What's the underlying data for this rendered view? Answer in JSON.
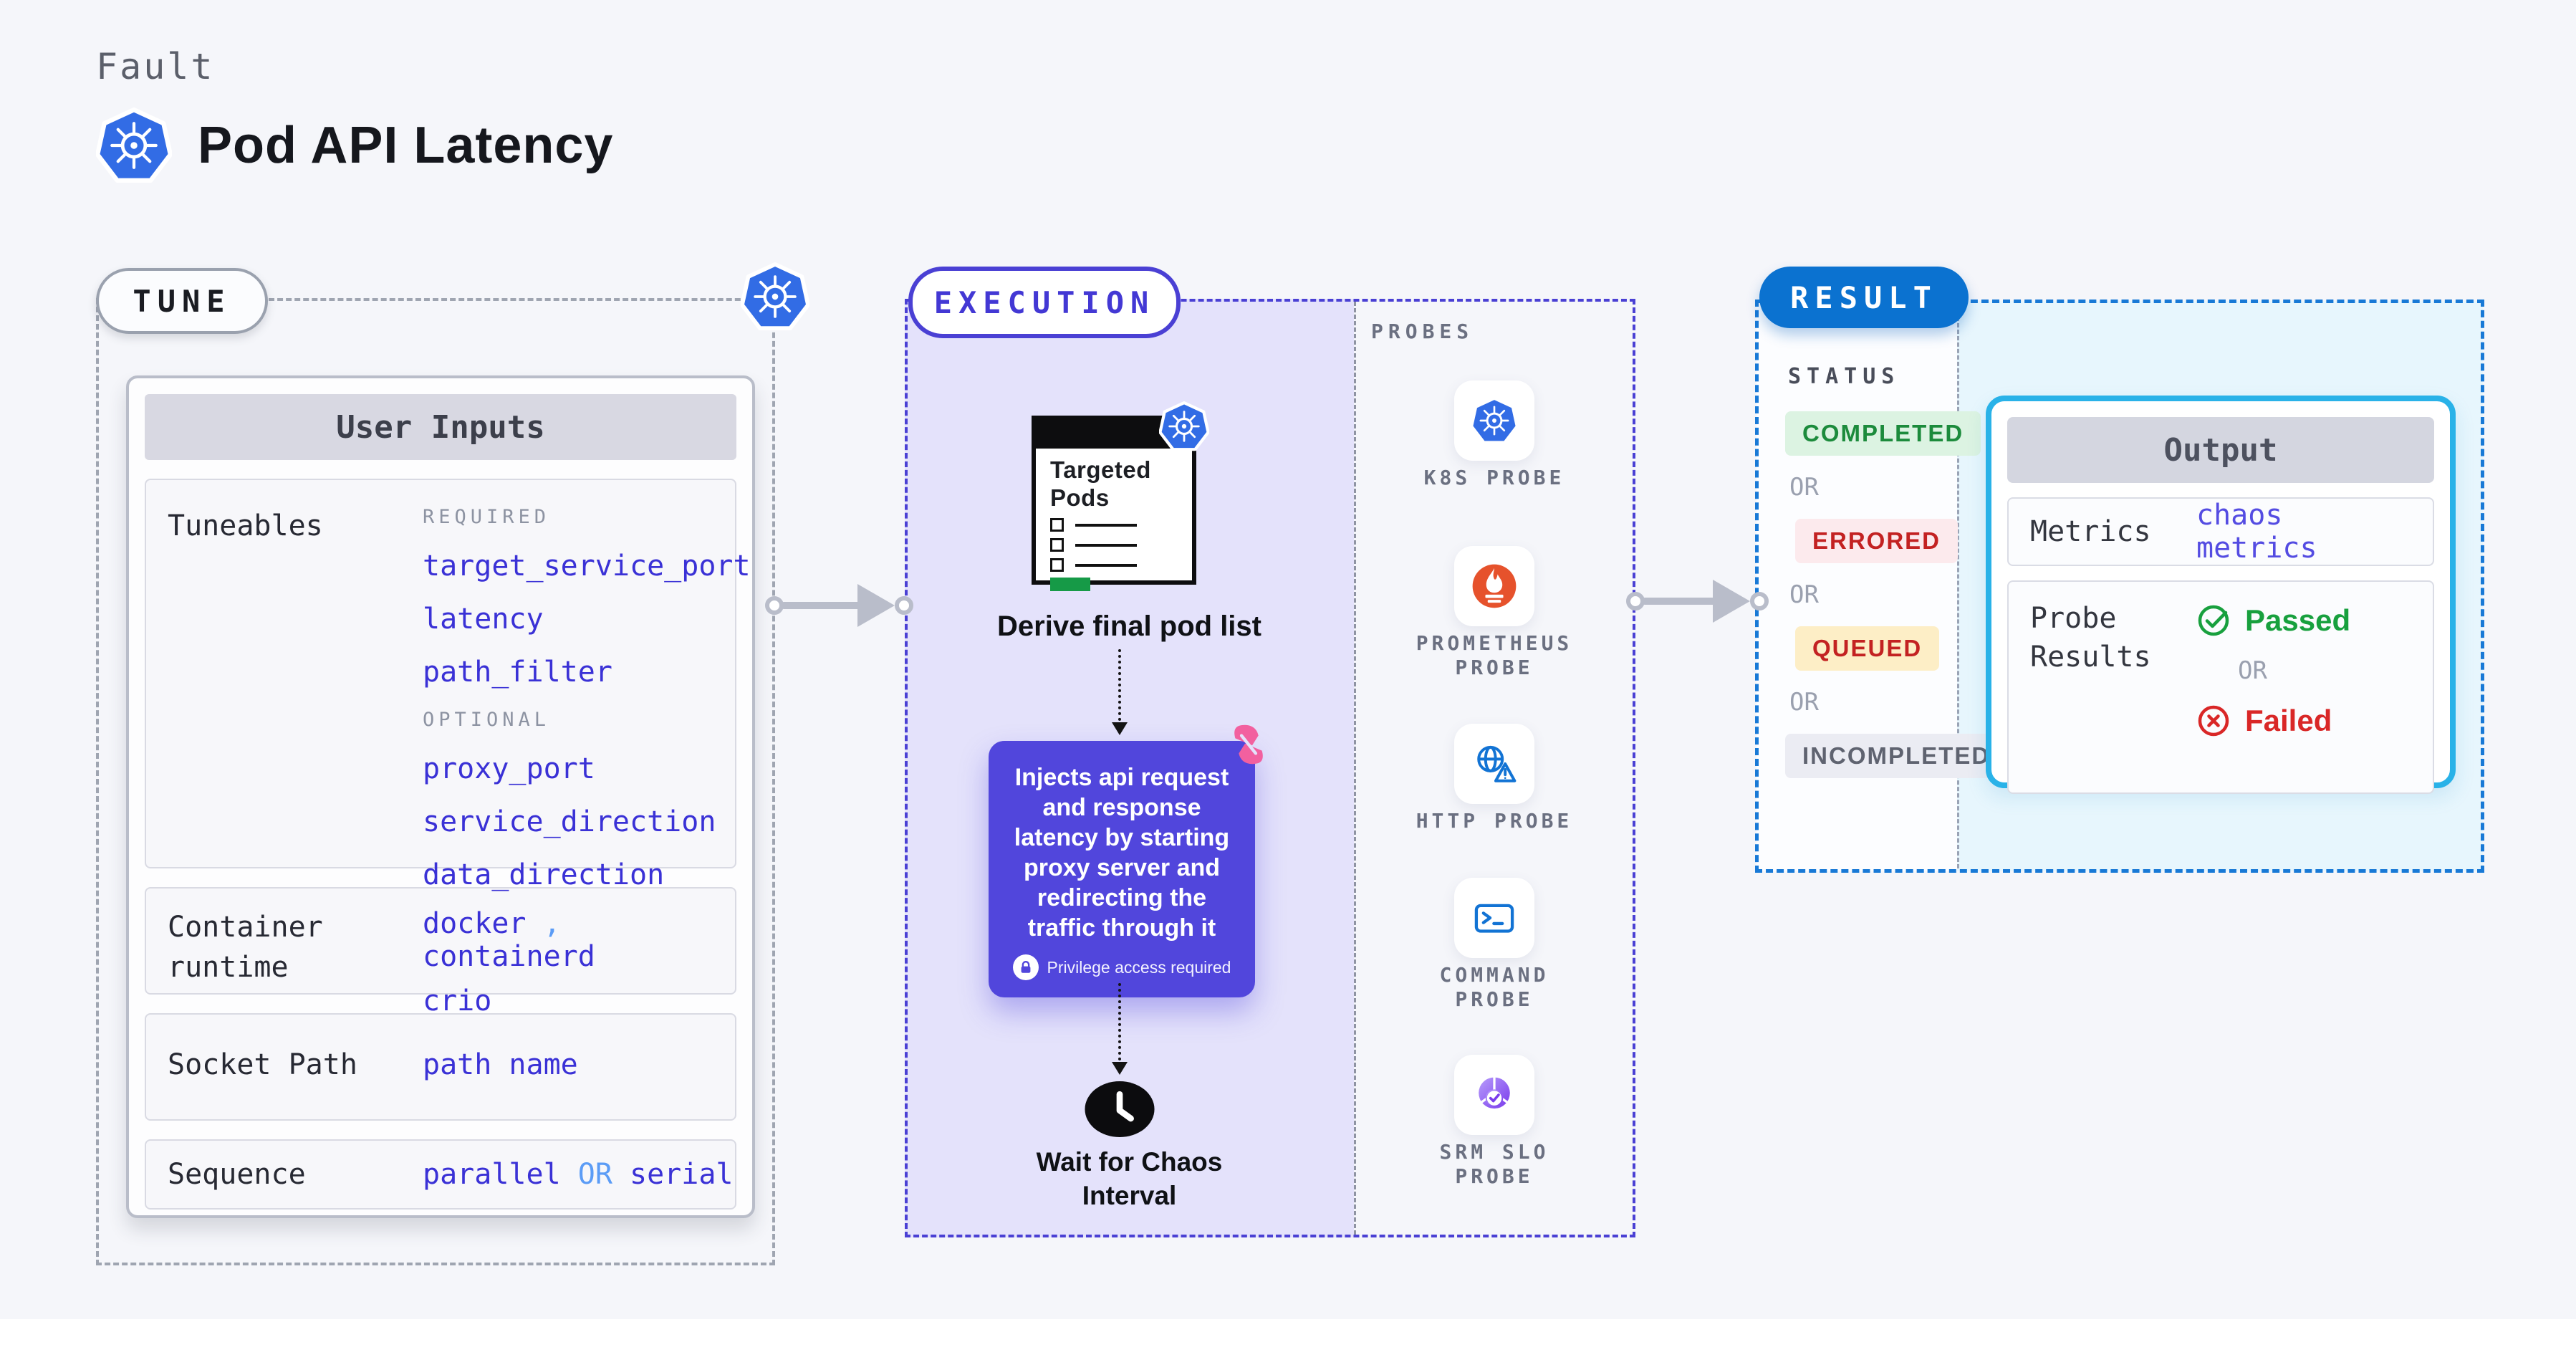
{
  "header": {
    "eyebrow": "Fault",
    "title": "Pod API Latency"
  },
  "tune": {
    "label": "TUNE",
    "user_inputs": {
      "title": "User Inputs",
      "tuneables": {
        "label": "Tuneables",
        "required_label": "REQUIRED",
        "required": [
          "target_service_port",
          "latency",
          "path_filter"
        ],
        "optional_label": "OPTIONAL",
        "optional": [
          "proxy_port",
          "service_direction",
          "data_direction"
        ]
      },
      "container_runtime": {
        "label": "Container runtime",
        "value_1": "docker",
        "separator": ",",
        "value_2": "containerd",
        "value_3": "crio"
      },
      "socket_path": {
        "label": "Socket Path",
        "value": "path name"
      },
      "sequence": {
        "label": "Sequence",
        "value_a": "parallel",
        "or": "OR",
        "value_b": "serial"
      }
    }
  },
  "execution": {
    "label": "EXECUTION",
    "targeted_pods_title": "Targeted Pods",
    "derive_text": "Derive final pod list",
    "inject_text": "Injects api request and response latency by starting proxy server and redirecting the traffic through it",
    "privilege_text": "Privilege access required",
    "wait_text": "Wait for Chaos Interval"
  },
  "probes": {
    "label": "PROBES",
    "items": [
      {
        "name": "K8S PROBE",
        "icon": "kubernetes-icon"
      },
      {
        "name": "PROMETHEUS PROBE",
        "icon": "prometheus-icon"
      },
      {
        "name": "HTTP PROBE",
        "icon": "http-globe-warning-icon"
      },
      {
        "name": "COMMAND PROBE",
        "icon": "terminal-icon"
      },
      {
        "name": "SRM SLO PROBE",
        "icon": "slo-pie-check-icon"
      }
    ]
  },
  "result": {
    "label": "RESULT",
    "status": {
      "label": "STATUS",
      "or": "OR",
      "badges": [
        {
          "text": "COMPLETED",
          "fg": "#1c8b3c",
          "bg": "#dcf3e2"
        },
        {
          "text": "ERRORED",
          "fg": "#c32222",
          "bg": "#fceaed"
        },
        {
          "text": "QUEUED",
          "fg": "#c32222",
          "bg": "#fdeec6"
        },
        {
          "text": "INCOMPLETED",
          "fg": "#5f6370",
          "bg": "#ebecf3"
        }
      ]
    },
    "output": {
      "title": "Output",
      "metrics": {
        "label": "Metrics",
        "value": "chaos metrics"
      },
      "probe_results": {
        "label": "Probe Results",
        "passed": "Passed",
        "or": "OR",
        "failed": "Failed"
      }
    }
  },
  "colors": {
    "page_bg": "#f5f6fa",
    "accent_indigo": "#4a40d4",
    "value_blue": "#3a31d6",
    "light_blue_accent": "#5b9cf6",
    "execution_fill": "#e4e2fb",
    "inject_box": "#5146dc",
    "result_blue": "#0b72d0",
    "result_dash": "#1879d6",
    "output_border": "#29b2e8",
    "result_fill": "#e7f6fd",
    "kubernetes_blue": "#326ce5",
    "prometheus_orange": "#e6522c",
    "probe_icon_blue": "#1273d4",
    "green_bar": "#169a47",
    "passed_green": "#18a03e",
    "failed_red": "#d92727",
    "pink_cursor": "#f2609f",
    "arrow_gray": "#b9bdca"
  }
}
